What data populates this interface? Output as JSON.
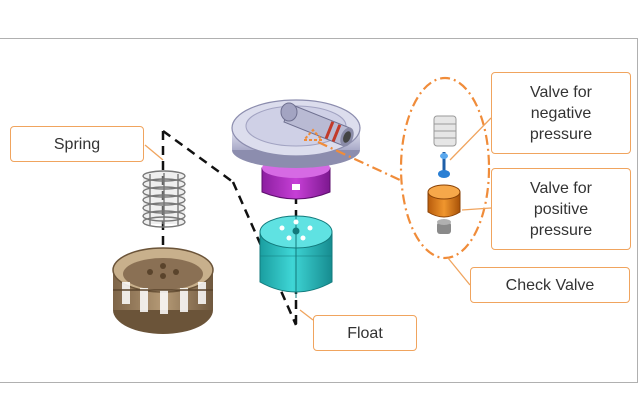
{
  "labels": {
    "spring": "Spring",
    "float": "Float",
    "valve_negative": "Valve for\nnegative\npressure",
    "valve_positive": "Valve for\npositive\npressure",
    "check_valve": "Check Valve"
  },
  "colors": {
    "callout_border": "#f0a45e",
    "dash_orange": "#f08c3a",
    "lid": "#c8c9e0",
    "magenta": "#b02fc0",
    "cyan": "#28c0c0",
    "basket": "#9b8160",
    "spring": "#9a9a9a",
    "valve_blue": "#2a7fd4",
    "valve_orange": "#e07a1a"
  }
}
